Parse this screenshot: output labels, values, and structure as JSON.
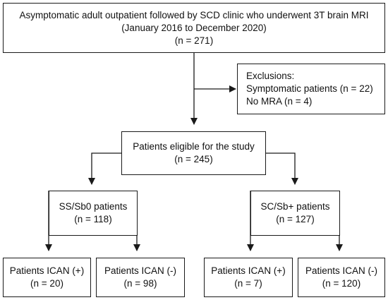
{
  "boxes": {
    "top": {
      "line1": "Asymptomatic adult outpatient followed by SCD clinic who underwent 3T brain MRI",
      "line2": "(January 2016 to December 2020)",
      "line3": "(n = 271)"
    },
    "exclusions": {
      "line1": "Exclusions:",
      "line2": "Symptomatic patients (n = 22)",
      "line3": "No MRA (n = 4)"
    },
    "eligible": {
      "line1": "Patients eligible for the study",
      "line2": "(n = 245)"
    },
    "ss_sb0": {
      "line1": "SS/Sb0 patients",
      "line2": "(n = 118)"
    },
    "sc_sbplus": {
      "line1": "SC/Sb+ patients",
      "line2": "(n = 127)"
    },
    "ss_ican_pos": {
      "line1": "Patients ICAN (+)",
      "line2": "(n = 20)"
    },
    "ss_ican_neg": {
      "line1": "Patients ICAN (-)",
      "line2": "(n = 98)"
    },
    "sc_ican_pos": {
      "line1": "Patients ICAN (+)",
      "line2": "(n = 7)"
    },
    "sc_ican_neg": {
      "line1": "Patients ICAN (-)",
      "line2": "(n = 120)"
    }
  },
  "colors": {
    "line": "#1a1a1a",
    "text": "#111111",
    "background": "#ffffff"
  }
}
